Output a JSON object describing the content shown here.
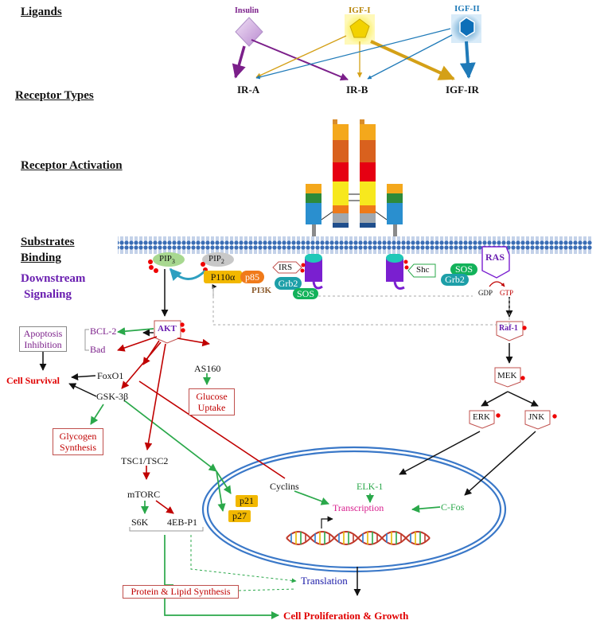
{
  "sections": {
    "ligands": "Ligands",
    "receptor_types": "Receptor Types",
    "receptor_activation": "Receptor Activation",
    "substrates_binding_1": "Substrates",
    "substrates_binding_2": "Binding",
    "downstream_1": "Downstream",
    "downstream_2": "Signaling"
  },
  "ligands": {
    "insulin": "Insulin",
    "igf1": "IGF-I",
    "igf2": "IGF-II"
  },
  "receptors": {
    "ir_a": "IR-A",
    "ir_b": "IR-B",
    "igf_ir": "IGF-IR"
  },
  "nodes": {
    "pip3_base": "PIP",
    "pip3_sub": "3",
    "pip2_base": "PIP",
    "pip2_sub": "2",
    "p110a": "P110α",
    "p85": "p85",
    "pi3k": "PI3K",
    "irs": "IRS",
    "grb2_left": "Grb2",
    "sos_left": "SOS",
    "shc": "Shc",
    "sos_right": "SOS",
    "grb2_right": "Grb2",
    "ras": "RAS",
    "gdp": "GDP",
    "gtp": "GTP",
    "akt": "AKT",
    "raf1": "Raf-1",
    "mek": "MEK",
    "erk": "ERK",
    "jnk": "JNK",
    "bcl2": "BCL-2",
    "bad": "Bad",
    "apoptosis": "Apoptosis Inhibition",
    "foxo1": "FoxO1",
    "cell_survival": "Cell Survival",
    "gsk3b": "GSK-3β",
    "as160": "AS160",
    "glucose": "Glucose Uptake",
    "glycogen": "Glycogen Synthesis",
    "tsc": "TSC1/TSC2",
    "mtorc": "mTORC",
    "s6k": "S6K",
    "eb4p1": "4EB-P1",
    "cyclins": "Cyclins",
    "p21": "p21",
    "p27": "p27",
    "elk1": "ELK-1",
    "transcription": "Transcription",
    "cfos": "C-Fos",
    "translation": "Translation",
    "protein_lipid": "Protein & Lipid Synthesis",
    "proliferation": "Cell Proliferation & Growth"
  },
  "colors": {
    "insulin": "#7b1f8a",
    "igf1": "#d4a017",
    "igf2": "#1f7ab8",
    "inhibit": "#c00000",
    "activate": "#2aa84a",
    "outcome": "#e00000",
    "purple_text": "#6a1fb0",
    "membrane": "#3a6db5"
  }
}
